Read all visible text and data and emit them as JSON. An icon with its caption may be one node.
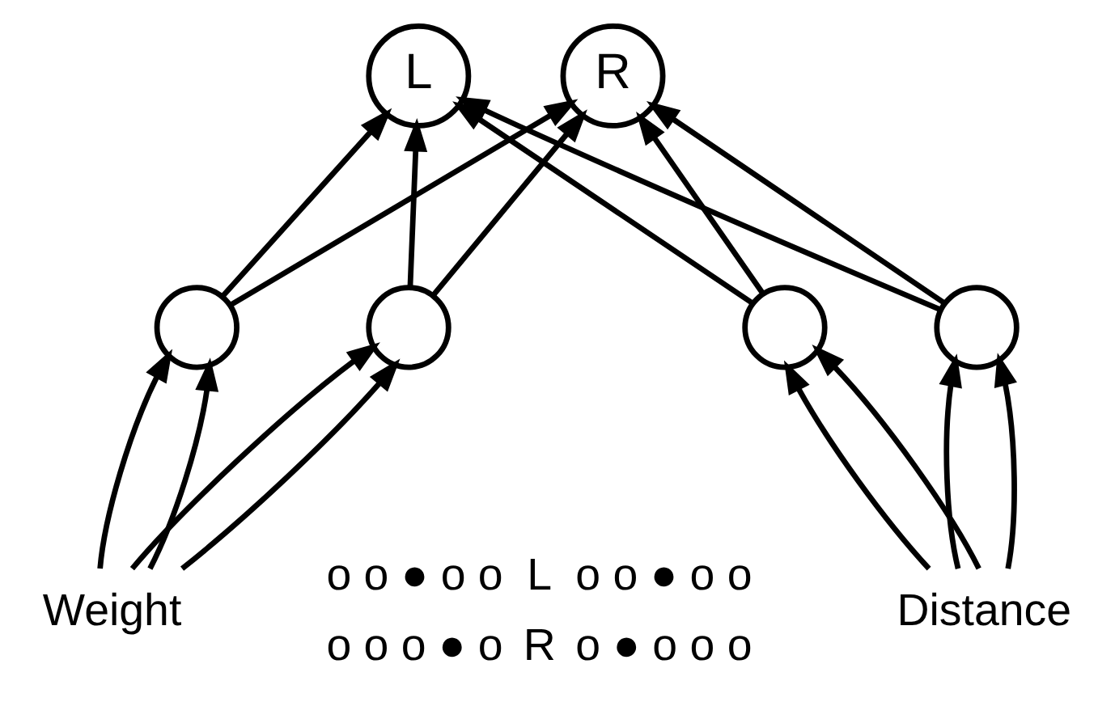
{
  "diagram": {
    "nodes": [
      {
        "text": [
          "L"
        ]
      },
      {
        "text": [
          "R"
        ]
      },
      {
        "text": [],
        "shape": "circle"
      },
      {
        "text": [],
        "shape": "circle"
      },
      {
        "text": [],
        "shape": "circle"
      },
      {
        "text": [],
        "shape": "circle"
      },
      {
        "text": [
          "Weight"
        ]
      },
      {
        "text": [
          "Distance"
        ]
      }
    ],
    "edges": [
      {
        "from": 2,
        "to": 0,
        "arrow": "to"
      },
      {
        "from": 2,
        "to": 1,
        "arrow": "to"
      },
      {
        "from": 3,
        "to": 0,
        "arrow": "to"
      },
      {
        "from": 3,
        "to": 1,
        "arrow": "to"
      },
      {
        "from": 4,
        "to": 0,
        "arrow": "to"
      },
      {
        "from": 4,
        "to": 1,
        "arrow": "to"
      },
      {
        "from": 5,
        "to": 0,
        "arrow": "to"
      },
      {
        "from": 5,
        "to": 1,
        "arrow": "to"
      },
      {
        "from": 6,
        "to": 2,
        "arrow": "to"
      },
      {
        "from": 6,
        "to": 3,
        "arrow": "to"
      },
      {
        "from": 6,
        "to": 2,
        "arrow": "to"
      },
      {
        "from": 6,
        "to": 3,
        "arrow": "to"
      },
      {
        "from": 7,
        "to": 4,
        "arrow": "to"
      },
      {
        "from": 7,
        "to": 5,
        "arrow": "to"
      },
      {
        "from": 7,
        "to": 4,
        "arrow": "to"
      },
      {
        "from": 7,
        "to": 5,
        "arrow": "to"
      }
    ],
    "labels": [
      "o o ● o o",
      "L",
      "o o ● o o",
      "o o o ● o",
      "R",
      "o ● o o o"
    ]
  }
}
